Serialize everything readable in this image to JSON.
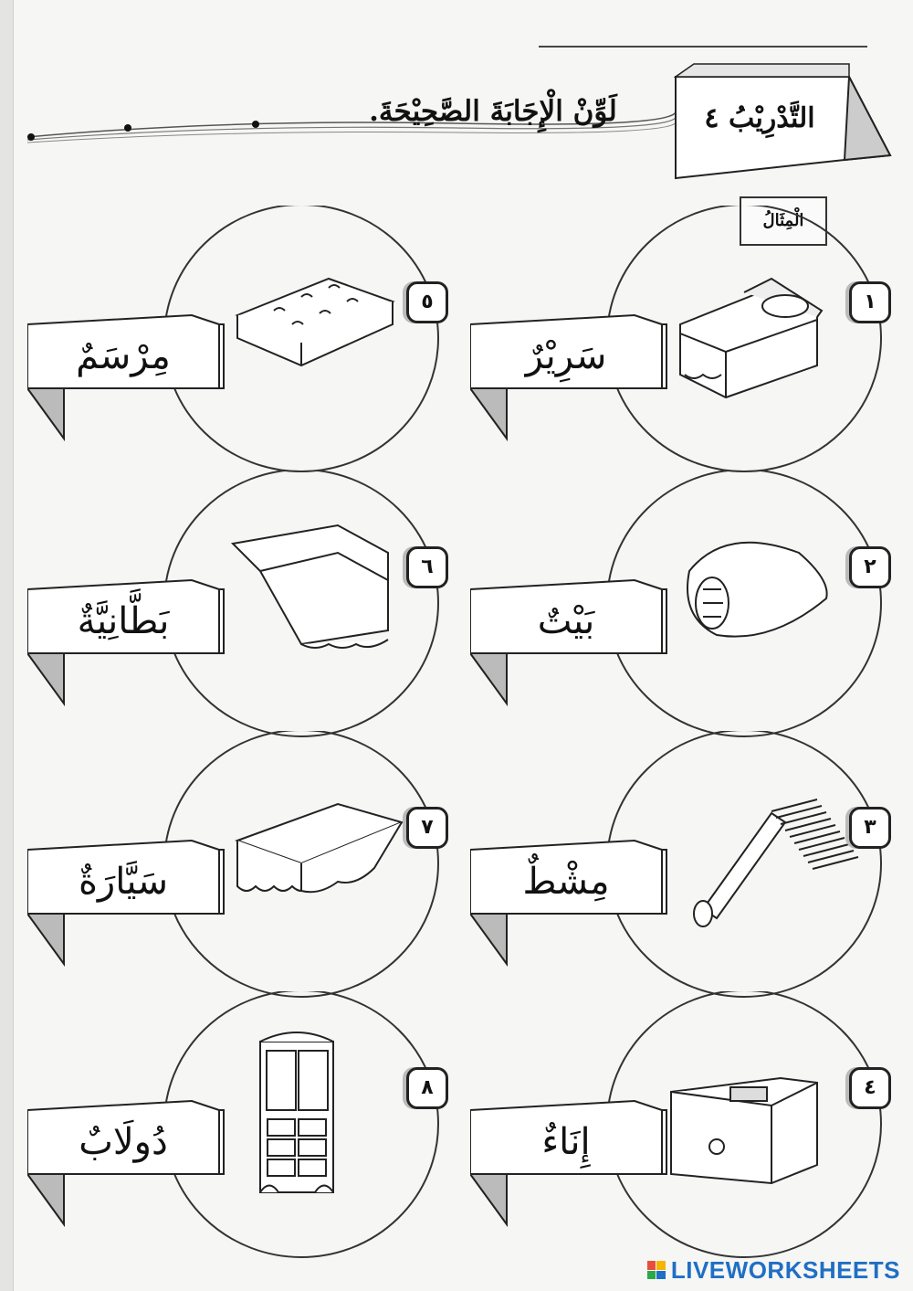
{
  "header": {
    "drill_label": "التَّدْرِيْبُ ٤",
    "instruction": "لَوِّنْ الْإِجَابَةَ الصَّحِيْحَةَ."
  },
  "example_tag": "الْمِثَالُ",
  "items": [
    {
      "number": "١",
      "word": "سَرِيْرٌ",
      "picture": "bed-illustration"
    },
    {
      "number": "٢",
      "word": "بَيْتٌ",
      "picture": "pillow-illustration"
    },
    {
      "number": "٣",
      "word": "مِشْطٌ",
      "picture": "comb-illustration"
    },
    {
      "number": "٤",
      "word": "إِنَاءٌ",
      "picture": "drawer-illustration"
    },
    {
      "number": "٥",
      "word": "مِرْسَمٌ",
      "picture": "mattress-illustration"
    },
    {
      "number": "٦",
      "word": "بَطَّانِيَّةٌ",
      "picture": "blanket-illustration"
    },
    {
      "number": "٧",
      "word": "سَيَّارَةٌ",
      "picture": "bedsheet-illustration"
    },
    {
      "number": "٨",
      "word": "دُولَابٌ",
      "picture": "wardrobe-illustration"
    }
  ],
  "footer": {
    "brand_live": "LIVE",
    "brand_worksheets": "WORKSHEETS",
    "colors": {
      "brand": "#1f6fc4",
      "logo": [
        "#e94e3c",
        "#f5b400",
        "#2aa84a",
        "#1f6fc4"
      ]
    }
  }
}
